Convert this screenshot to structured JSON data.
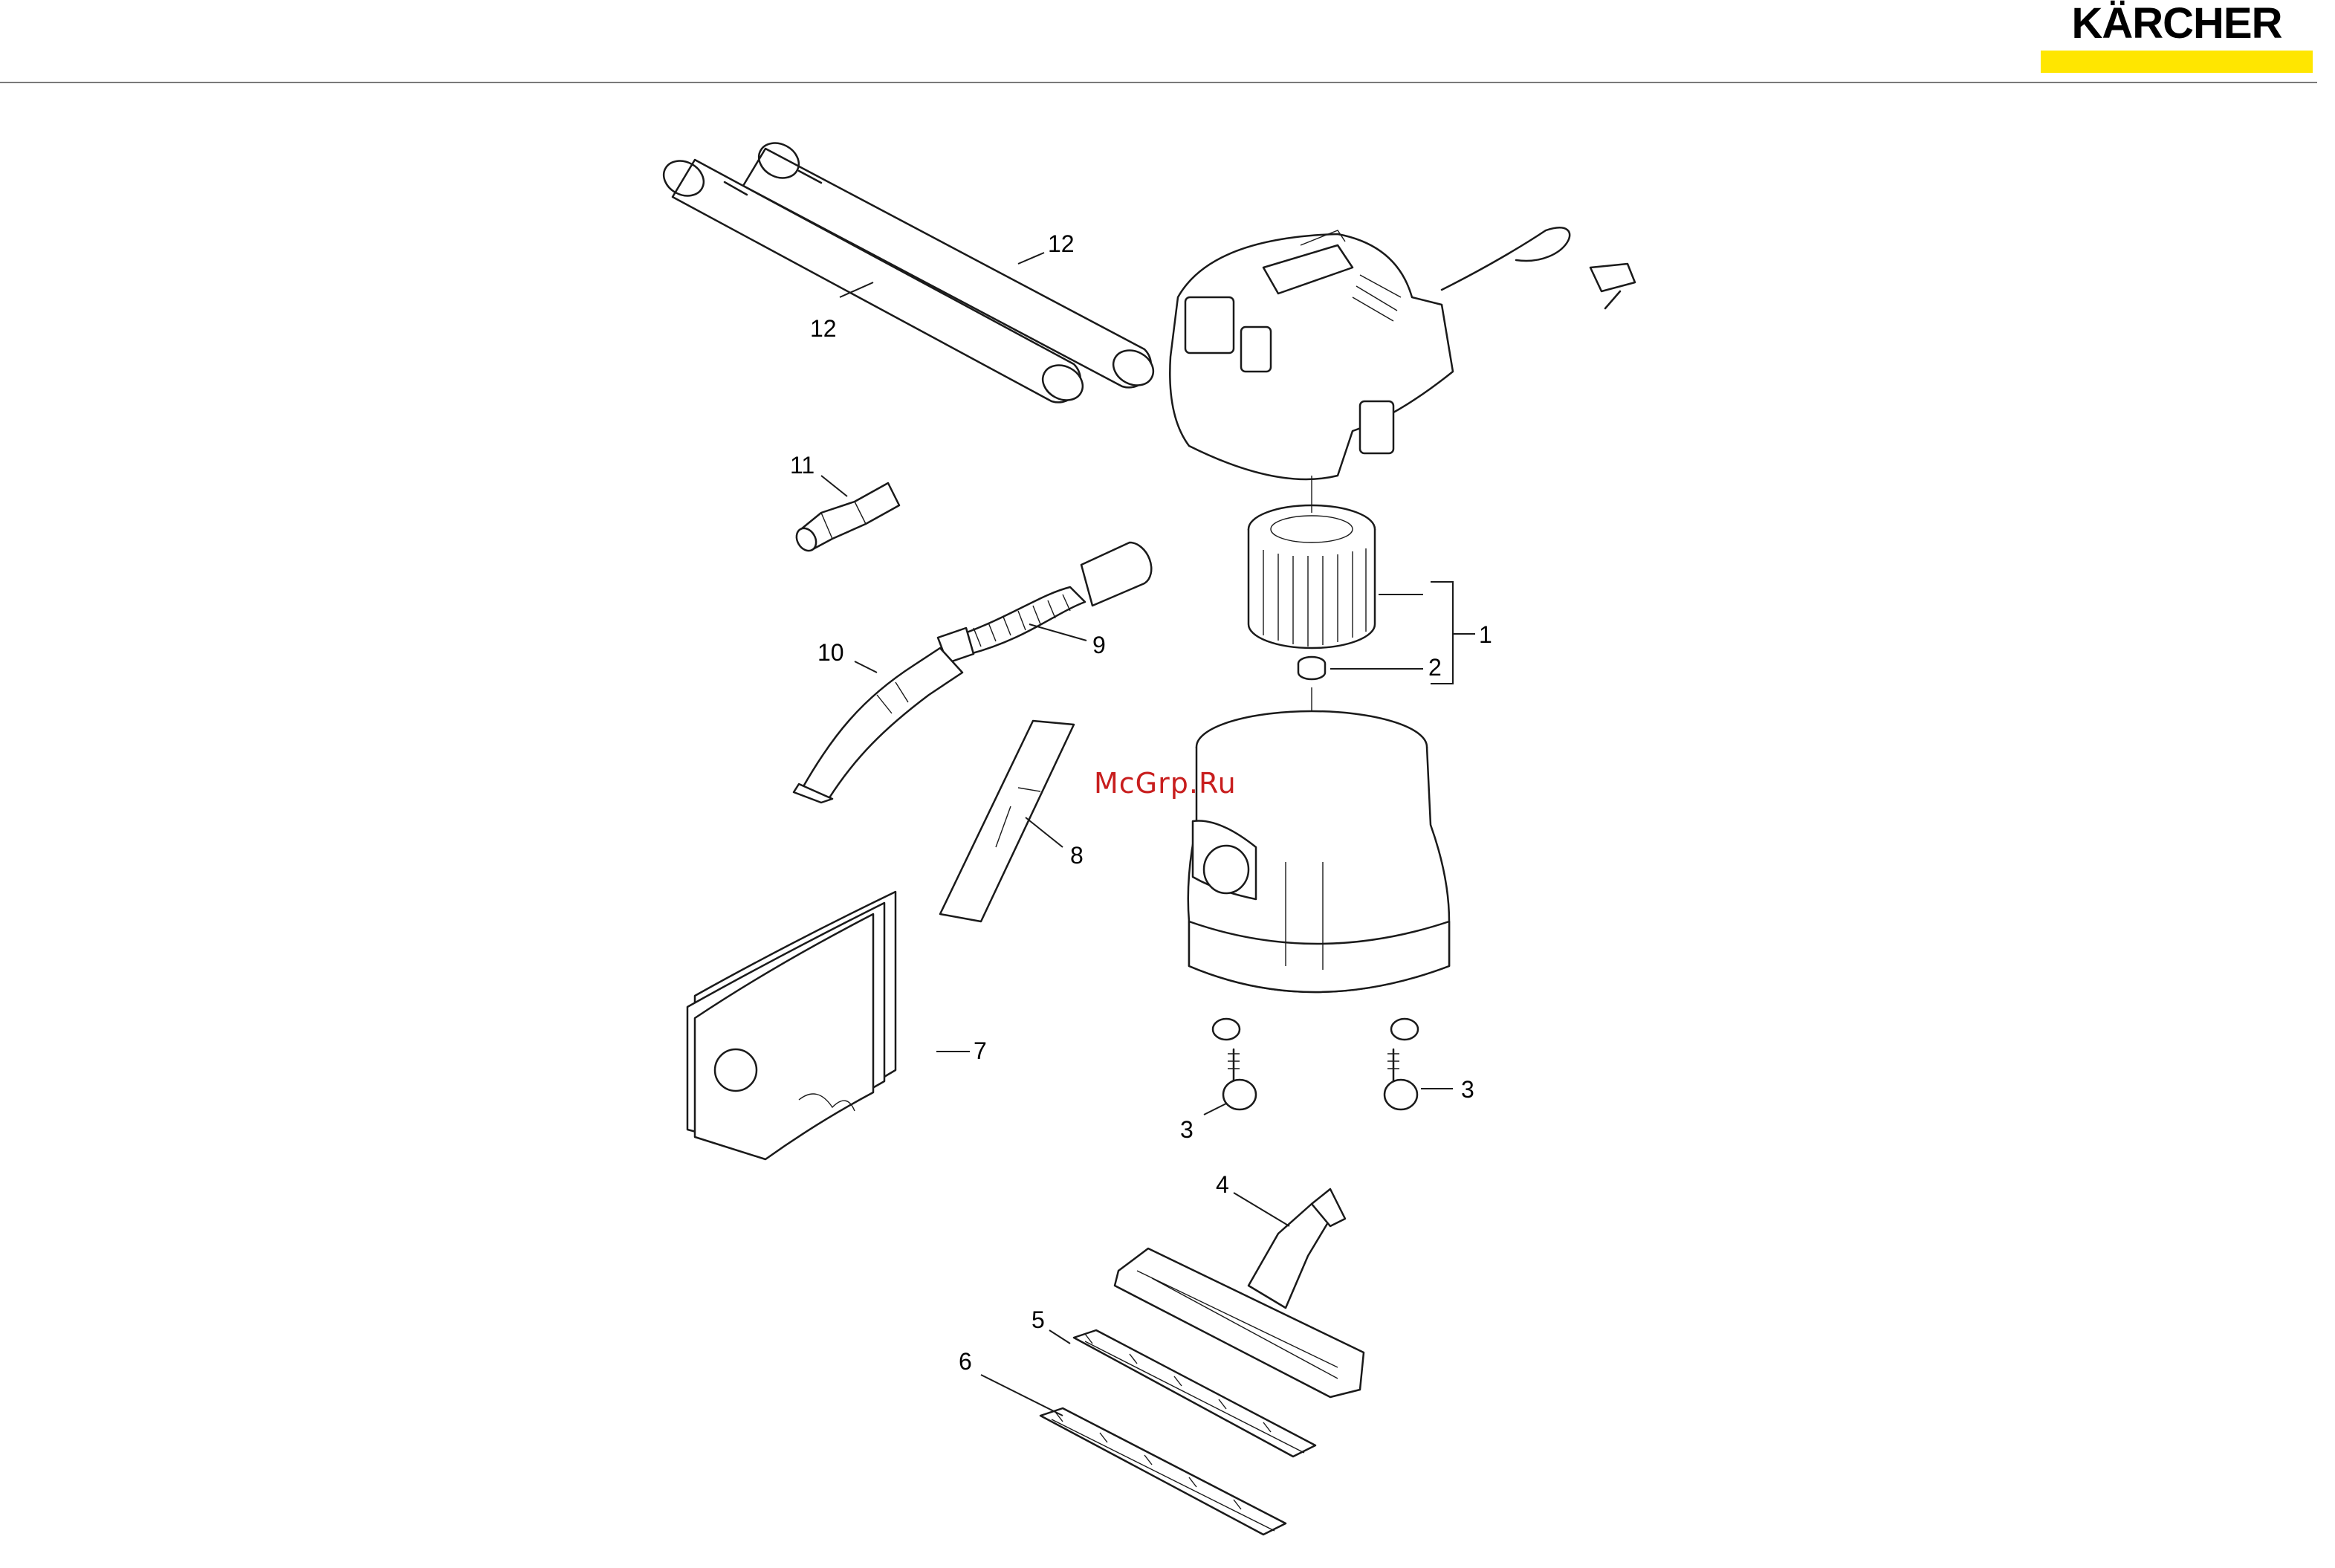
{
  "brand": {
    "name": "KÄRCHER",
    "bar_color": "#ffe600"
  },
  "watermark": "McGrp.Ru",
  "callouts": {
    "c1": "1",
    "c2": "2",
    "c3a": "3",
    "c3b": "3",
    "c4": "4",
    "c5": "5",
    "c6": "6",
    "c7": "7",
    "c8": "8",
    "c9": "9",
    "c10": "10",
    "c11": "11",
    "c12a": "12",
    "c12b": "12"
  },
  "colors": {
    "line": "#1a1a1a",
    "rule": "#7a7a7a",
    "watermark": "#c81e1e"
  }
}
